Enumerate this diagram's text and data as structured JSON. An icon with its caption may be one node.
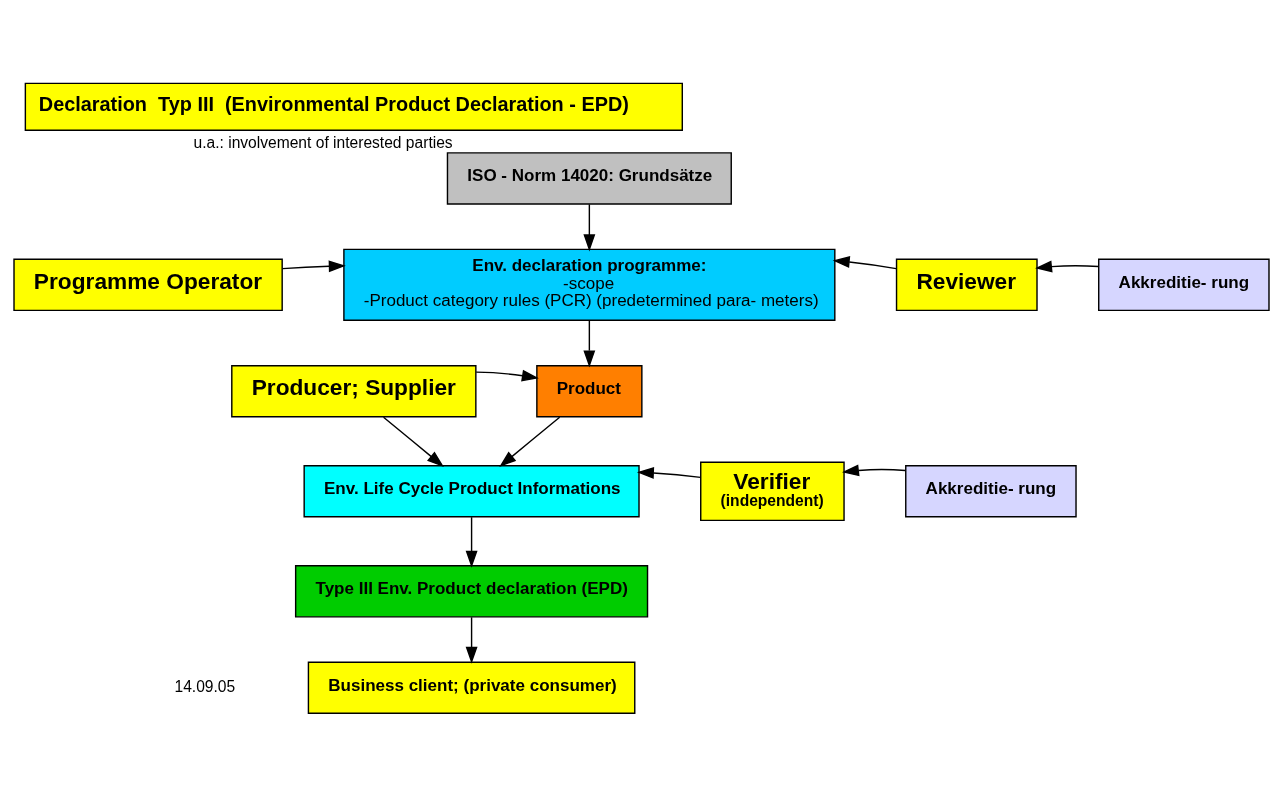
{
  "diagram": {
    "title": "Declaration  Typ III  (Environmental Product Declaration - EPD)",
    "nodes": [
      {
        "text": [
          "ISO - Norm 14020: Grundsätze"
        ],
        "beside": [
          "u.a.: involvement of interested parties"
        ]
      },
      {
        "text": [
          "Programme Operator"
        ]
      },
      {
        "text": [
          "Env. declaration programme:",
          "-scope",
          "-Product category rules (PCR) (predetermined para- meters)"
        ]
      },
      {
        "text": [
          "Reviewer"
        ]
      },
      {
        "text": [
          "Akkreditie- rung"
        ]
      },
      {
        "text": [
          "Producer; Supplier"
        ]
      },
      {
        "text": [
          "Product"
        ]
      },
      {
        "text": [
          "Env. Life Cycle Product Informations"
        ]
      },
      {
        "text": [
          "Verifier",
          "(independent)"
        ]
      },
      {
        "text": [
          "Akkreditie- rung"
        ]
      },
      {
        "text": [
          "Type III Env. Product declaration (EPD)"
        ]
      },
      {
        "text": [
          "Business client; (private consumer)"
        ]
      }
    ],
    "edges": [
      {
        "from": 0,
        "to": 2,
        "arrow": "to"
      },
      {
        "from": 1,
        "to": 2,
        "arrow": "to"
      },
      {
        "from": 3,
        "to": 2,
        "arrow": "to"
      },
      {
        "from": 4,
        "to": 3,
        "arrow": "to"
      },
      {
        "from": 2,
        "to": 6,
        "arrow": "to"
      },
      {
        "from": 5,
        "to": 6,
        "arrow": "to"
      },
      {
        "from": 6,
        "to": 7,
        "arrow": "to"
      },
      {
        "from": 5,
        "to": 7,
        "arrow": "to"
      },
      {
        "from": 8,
        "to": 7,
        "arrow": "to"
      },
      {
        "from": 9,
        "to": 8,
        "arrow": "to"
      },
      {
        "from": 7,
        "to": 10,
        "arrow": "to"
      },
      {
        "from": 10,
        "to": 11,
        "arrow": "to"
      }
    ],
    "labels": [
      "14.09.05"
    ]
  }
}
